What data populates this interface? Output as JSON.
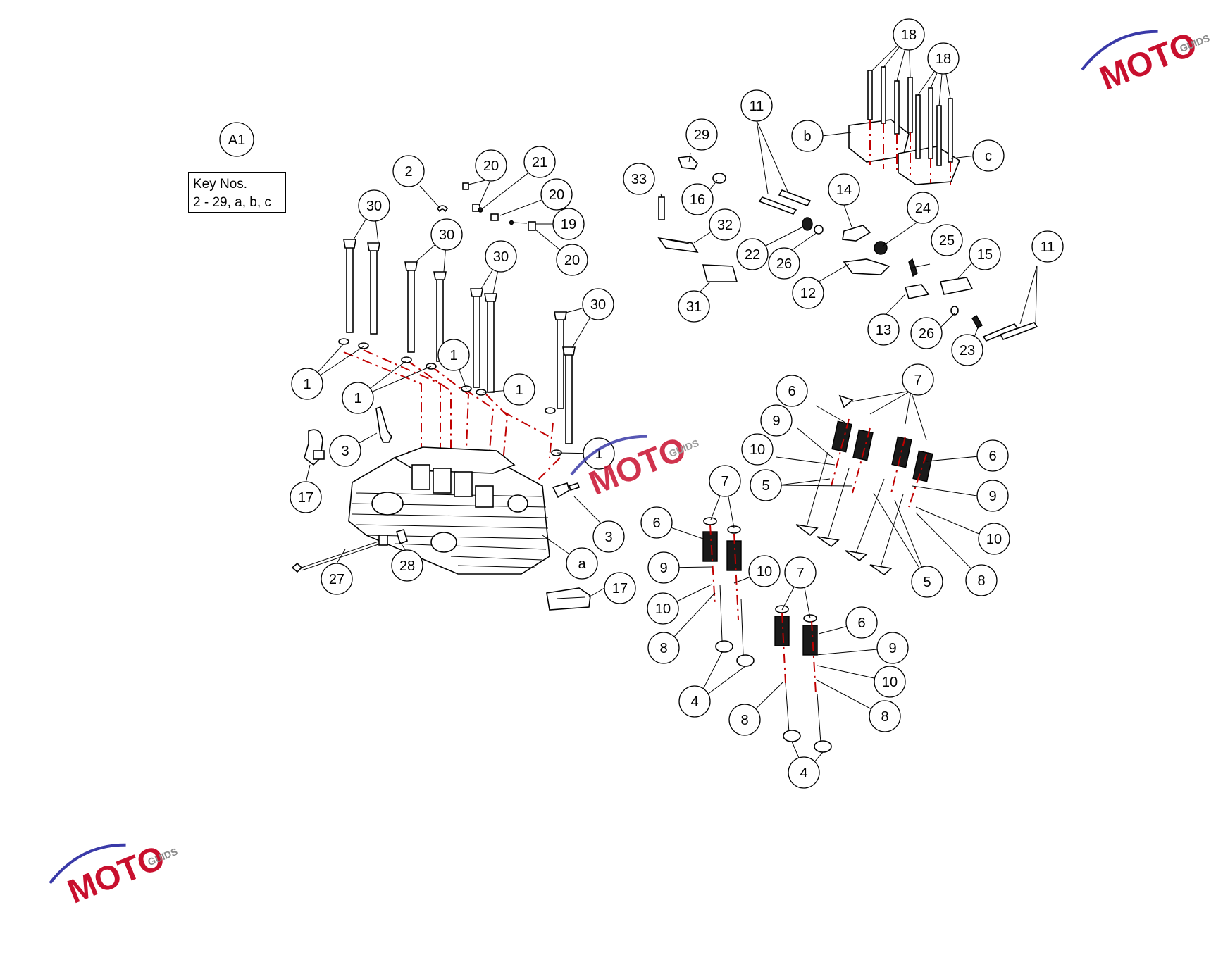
{
  "diagram": {
    "section_label": "A1",
    "key_box": {
      "line1": "Key Nos.",
      "line2": "2 - 29, a, b, c"
    },
    "callouts": [
      "30",
      "30",
      "30",
      "30",
      "2",
      "20",
      "21",
      "20",
      "19",
      "20",
      "1",
      "1",
      "1",
      "1",
      "1",
      "3",
      "3",
      "17",
      "17",
      "27",
      "28",
      "a",
      "33",
      "29",
      "16",
      "32",
      "31",
      "11",
      "22",
      "26",
      "14",
      "24",
      "12",
      "18",
      "18",
      "b",
      "c",
      "25",
      "15",
      "11",
      "13",
      "26",
      "23",
      "7",
      "6",
      "9",
      "10",
      "5",
      "6",
      "9",
      "10",
      "8",
      "5",
      "7",
      "6",
      "9",
      "10",
      "10",
      "8",
      "4",
      "7",
      "6",
      "9",
      "10",
      "8",
      "8",
      "4"
    ]
  },
  "watermark": {
    "brand": "MOTO",
    "sub": "GUIDS",
    "colors": {
      "brand_red": "#c8102e",
      "brand_blue": "#3a3aa8",
      "gray": "#8a8a8a"
    }
  }
}
